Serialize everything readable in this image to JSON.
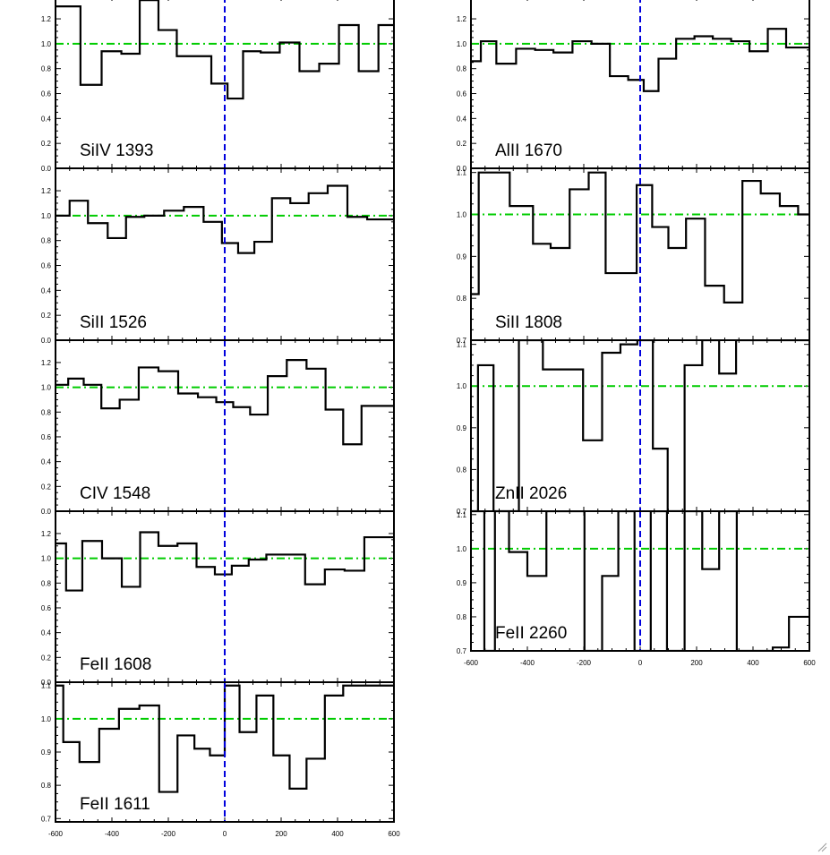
{
  "colors": {
    "spectrum": "#000000",
    "zero_line": "#0000dd",
    "reference_lines": "#00cc00",
    "frame": "#000000"
  },
  "chart_data": [
    {
      "type": "line",
      "step": true,
      "label": "SiIV 1393",
      "xlim": [
        -600,
        600
      ],
      "ylim": [
        0.0,
        1.38
      ],
      "yticks": [
        {
          "v": 0.0,
          "t": "0.0"
        },
        {
          "v": 0.2,
          "t": "0.2"
        },
        {
          "v": 0.4,
          "t": "0.4"
        },
        {
          "v": 0.6,
          "t": "0.6"
        },
        {
          "v": 0.8,
          "t": "0.8"
        },
        {
          "v": 1.0,
          "t": "1.0"
        },
        {
          "v": 1.2,
          "t": "1.2"
        }
      ],
      "ref_lines": [
        0.0,
        1.0
      ],
      "x": [
        -550,
        -473,
        -400,
        -333,
        -270,
        -200,
        -140,
        -80,
        -15,
        35,
        95,
        160,
        230,
        300,
        370,
        440,
        510,
        580
      ],
      "y": [
        1.3,
        0.67,
        0.94,
        0.92,
        1.35,
        1.11,
        0.9,
        0.9,
        0.68,
        0.56,
        0.94,
        0.93,
        1.01,
        0.78,
        0.84,
        1.15,
        0.78,
        1.15
      ]
    },
    {
      "type": "line",
      "step": true,
      "label": "SiII 1526",
      "xlim": [
        -600,
        600
      ],
      "ylim": [
        0.0,
        1.38
      ],
      "yticks": [
        {
          "v": 0.0,
          "t": "0.0"
        },
        {
          "v": 0.2,
          "t": "0.2"
        },
        {
          "v": 0.4,
          "t": "0.4"
        },
        {
          "v": 0.6,
          "t": "0.6"
        },
        {
          "v": 0.8,
          "t": "0.8"
        },
        {
          "v": 1.0,
          "t": "1.0"
        },
        {
          "v": 1.2,
          "t": "1.2"
        }
      ],
      "ref_lines": [
        0.0,
        1.0
      ],
      "x": [
        -580,
        -520,
        -450,
        -380,
        -320,
        -250,
        -180,
        -110,
        -40,
        20,
        75,
        135,
        200,
        265,
        330,
        400,
        470,
        540
      ],
      "y": [
        1.0,
        1.12,
        0.94,
        0.82,
        0.99,
        1.0,
        1.04,
        1.07,
        0.95,
        0.78,
        0.7,
        0.79,
        1.14,
        1.1,
        1.18,
        1.24,
        0.99,
        0.97
      ]
    },
    {
      "type": "line",
      "step": true,
      "label": "CIV 1548",
      "xlim": [
        -600,
        600
      ],
      "ylim": [
        0.0,
        1.38
      ],
      "yticks": [
        {
          "v": 0.0,
          "t": "0.0"
        },
        {
          "v": 0.2,
          "t": "0.2"
        },
        {
          "v": 0.4,
          "t": "0.4"
        },
        {
          "v": 0.6,
          "t": "0.6"
        },
        {
          "v": 0.8,
          "t": "0.8"
        },
        {
          "v": 1.0,
          "t": "1.0"
        },
        {
          "v": 1.2,
          "t": "1.2"
        }
      ],
      "ref_lines": [
        0.0,
        1.0
      ],
      "x": [
        -580,
        -530,
        -470,
        -405,
        -340,
        -270,
        -200,
        -130,
        -60,
        0,
        60,
        120,
        185,
        255,
        325,
        390,
        450,
        520
      ],
      "y": [
        1.02,
        1.07,
        1.02,
        0.83,
        0.9,
        1.16,
        1.13,
        0.95,
        0.92,
        0.88,
        0.84,
        0.78,
        1.09,
        1.22,
        1.15,
        0.82,
        0.54,
        0.85
      ]
    },
    {
      "type": "line",
      "step": true,
      "label": "FeII 1608",
      "xlim": [
        -600,
        600
      ],
      "ylim": [
        0.0,
        1.38
      ],
      "yticks": [
        {
          "v": 0.0,
          "t": "0.0"
        },
        {
          "v": 0.2,
          "t": "0.2"
        },
        {
          "v": 0.4,
          "t": "0.4"
        },
        {
          "v": 0.6,
          "t": "0.6"
        },
        {
          "v": 0.8,
          "t": "0.8"
        },
        {
          "v": 1.0,
          "t": "1.0"
        },
        {
          "v": 1.2,
          "t": "1.2"
        }
      ],
      "ref_lines": [
        0.0,
        1.0
      ],
      "x": [
        -585,
        -540,
        -470,
        -400,
        -330,
        -270,
        -200,
        -135,
        -65,
        -5,
        55,
        115,
        180,
        250,
        320,
        390,
        460,
        530
      ],
      "y": [
        1.12,
        0.74,
        1.14,
        1.0,
        0.77,
        1.21,
        1.1,
        1.12,
        0.93,
        0.87,
        0.94,
        0.99,
        1.03,
        1.03,
        0.79,
        0.91,
        0.9,
        1.17
      ]
    },
    {
      "type": "line",
      "step": true,
      "label": "FeII 1611",
      "xlim": [
        -600,
        600
      ],
      "ylim": [
        0.69,
        1.11
      ],
      "yticks": [
        {
          "v": 0.7,
          "t": "0.7"
        },
        {
          "v": 0.8,
          "t": "0.8"
        },
        {
          "v": 0.9,
          "t": "0.9"
        },
        {
          "v": 1.0,
          "t": "1.0"
        },
        {
          "v": 1.1,
          "t": "1.1"
        }
      ],
      "xticks": [
        {
          "v": -600,
          "t": "-600"
        },
        {
          "v": -400,
          "t": "-400"
        },
        {
          "v": -200,
          "t": "-200"
        },
        {
          "v": 0,
          "t": "0"
        },
        {
          "v": 200,
          "t": "200"
        },
        {
          "v": 400,
          "t": "400"
        },
        {
          "v": 600,
          "t": "600"
        }
      ],
      "ref_lines": [
        1.0
      ],
      "x": [
        -595,
        -550,
        -480,
        -410,
        -340,
        -265,
        -200,
        -135,
        -80,
        -25,
        25,
        80,
        145,
        200,
        260,
        320,
        390,
        450,
        510,
        570
      ],
      "y": [
        1.1,
        0.93,
        0.87,
        0.97,
        1.03,
        1.04,
        0.78,
        0.95,
        0.91,
        0.89,
        1.1,
        0.96,
        1.07,
        0.89,
        0.79,
        0.88,
        1.07,
        1.1,
        1.1,
        1.1
      ]
    },
    {
      "type": "line",
      "step": true,
      "label": "AlII 1670",
      "xlim": [
        -600,
        600
      ],
      "ylim": [
        0.0,
        1.38
      ],
      "yticks": [
        {
          "v": 0.0,
          "t": "0.0"
        },
        {
          "v": 0.2,
          "t": "0.2"
        },
        {
          "v": 0.4,
          "t": "0.4"
        },
        {
          "v": 0.6,
          "t": "0.6"
        },
        {
          "v": 0.8,
          "t": "0.8"
        },
        {
          "v": 1.0,
          "t": "1.0"
        },
        {
          "v": 1.2,
          "t": "1.2"
        }
      ],
      "ref_lines": [
        0.0,
        1.0
      ],
      "x": [
        -585,
        -545,
        -475,
        -405,
        -340,
        -275,
        -205,
        -140,
        -75,
        -10,
        35,
        95,
        160,
        225,
        290,
        355,
        420,
        485,
        550
      ],
      "y": [
        0.86,
        1.02,
        0.84,
        0.96,
        0.95,
        0.93,
        1.02,
        1.0,
        0.74,
        0.71,
        0.62,
        0.88,
        1.04,
        1.06,
        1.04,
        1.02,
        0.94,
        1.12,
        0.97
      ]
    },
    {
      "type": "line",
      "step": true,
      "label": "SiII 1808",
      "xlim": [
        -600,
        600
      ],
      "ylim": [
        0.7,
        1.11
      ],
      "yticks": [
        {
          "v": 0.7,
          "t": "0.7"
        },
        {
          "v": 0.8,
          "t": "0.8"
        },
        {
          "v": 0.9,
          "t": "0.9"
        },
        {
          "v": 1.0,
          "t": "1.0"
        },
        {
          "v": 1.1,
          "t": "1.1"
        }
      ],
      "ref_lines": [
        1.0
      ],
      "x": [
        -590,
        -555,
        -515,
        -410,
        -350,
        -285,
        -215,
        -150,
        -95,
        -40,
        15,
        70,
        130,
        195,
        265,
        330,
        395,
        460,
        530,
        590
      ],
      "y": [
        0.81,
        1.1,
        1.1,
        1.02,
        0.93,
        0.92,
        1.06,
        1.1,
        0.86,
        0.86,
        1.07,
        0.97,
        0.92,
        0.99,
        0.83,
        0.79,
        1.08,
        1.05,
        1.02,
        1.0
      ]
    },
    {
      "type": "line",
      "step": true,
      "label": "ZnII 2026",
      "xlim": [
        -600,
        600
      ],
      "ylim": [
        0.7,
        1.11
      ],
      "yticks": [
        {
          "v": 0.7,
          "t": "0.7"
        },
        {
          "v": 0.8,
          "t": "0.8"
        },
        {
          "v": 0.9,
          "t": "0.9"
        },
        {
          "v": 1.0,
          "t": "1.0"
        },
        {
          "v": 1.1,
          "t": "1.1"
        }
      ],
      "ref_lines": [
        1.0
      ],
      "x": [
        -590,
        -560,
        -480,
        -380,
        -310,
        -235,
        -170,
        -100,
        -40,
        20,
        70,
        125,
        190,
        250,
        310,
        370,
        420,
        480,
        540
      ],
      "y": [
        0.7,
        1.05,
        0.7,
        1.11,
        1.04,
        1.04,
        0.87,
        1.08,
        1.1,
        1.11,
        0.85,
        0.7,
        1.05,
        1.11,
        1.03,
        1.11,
        1.11,
        1.11,
        1.11
      ]
    },
    {
      "type": "line",
      "step": true,
      "label": "FeII 2260",
      "xlim": [
        -600,
        600
      ],
      "ylim": [
        0.7,
        1.11
      ],
      "yticks": [
        {
          "v": 0.7,
          "t": "0.7"
        },
        {
          "v": 0.8,
          "t": "0.8"
        },
        {
          "v": 0.9,
          "t": "0.9"
        },
        {
          "v": 1.0,
          "t": "1.0"
        },
        {
          "v": 1.1,
          "t": "1.1"
        }
      ],
      "xticks": [
        {
          "v": -600,
          "t": "-600"
        },
        {
          "v": -400,
          "t": "-400"
        },
        {
          "v": -200,
          "t": "-200"
        },
        {
          "v": 0,
          "t": "0"
        },
        {
          "v": 200,
          "t": "200"
        },
        {
          "v": 400,
          "t": "400"
        },
        {
          "v": 600,
          "t": "600"
        }
      ],
      "ref_lines": [
        1.0
      ],
      "x": [
        -570,
        -535,
        -495,
        -435,
        -365,
        -300,
        -230,
        -165,
        -105,
        -50,
        10,
        65,
        125,
        190,
        250,
        310,
        375,
        440,
        500,
        555,
        590
      ],
      "y": [
        1.11,
        0.7,
        1.11,
        0.99,
        0.92,
        1.11,
        1.11,
        0.7,
        0.92,
        1.11,
        0.7,
        1.11,
        0.7,
        1.11,
        0.94,
        1.11,
        0.7,
        0.7,
        0.71,
        0.8,
        0.8
      ]
    }
  ]
}
